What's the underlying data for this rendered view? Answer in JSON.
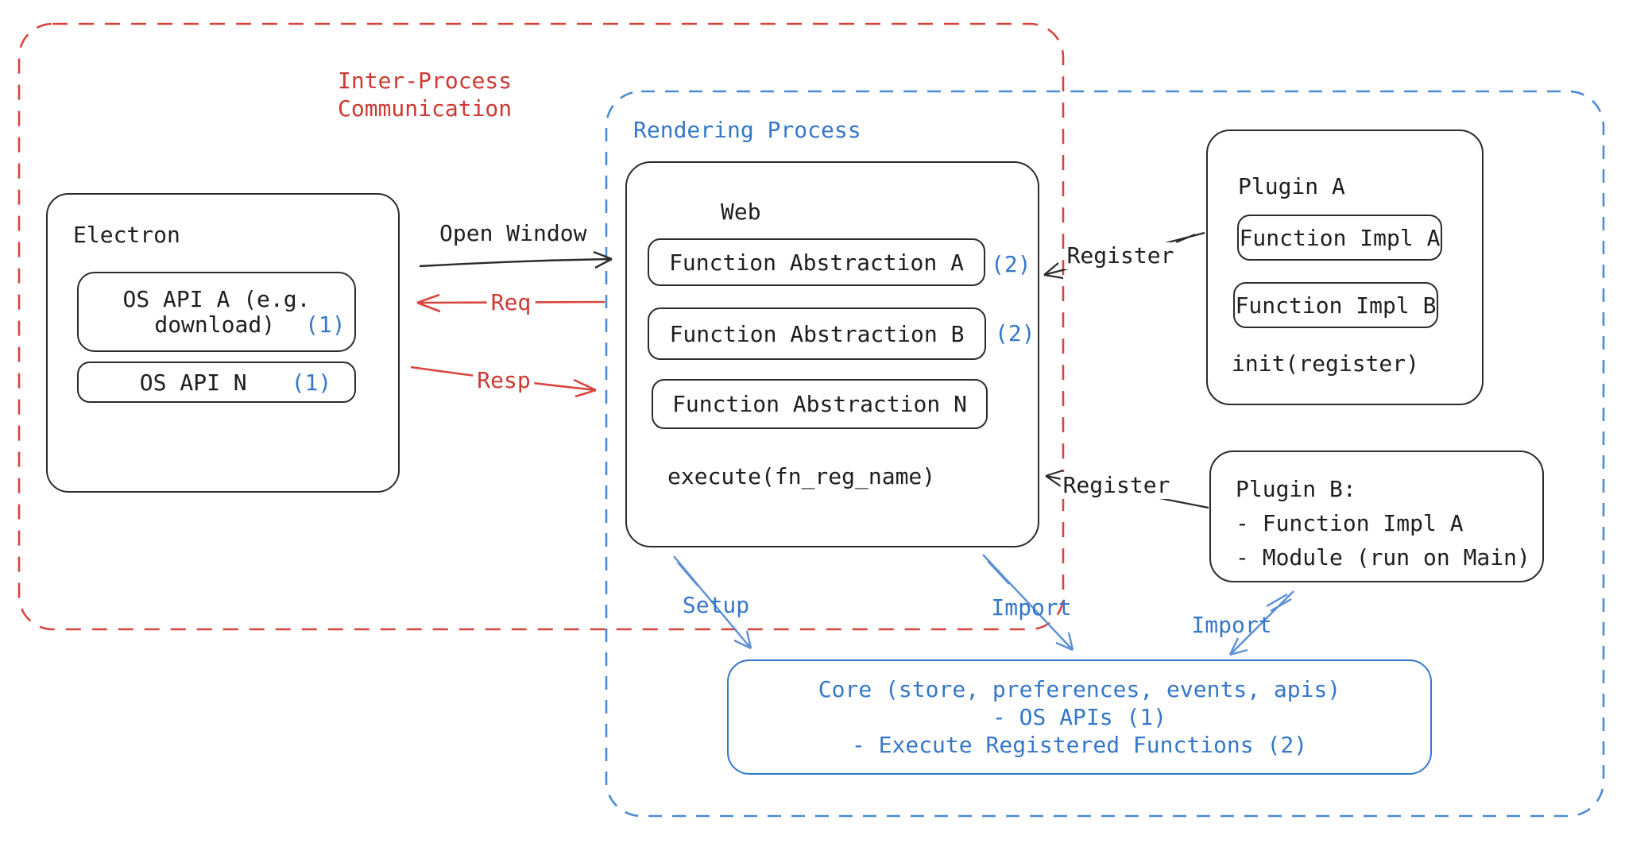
{
  "regions": {
    "ipc_line1": "Inter-Process",
    "ipc_line2": "Communication",
    "rendering": "Rendering Process"
  },
  "electron": {
    "title": "Electron",
    "api_a_line1": "OS API A (e.g.",
    "api_a_line2": "download)",
    "api_a_badge": "(1)",
    "api_n_label": "OS API N",
    "api_n_badge": "(1)"
  },
  "web": {
    "title": "Web",
    "fn_a": "Function Abstraction A",
    "fn_a_badge": "(2)",
    "fn_b": "Function Abstraction B",
    "fn_b_badge": "(2)",
    "fn_n": "Function Abstraction N",
    "execute": "execute(fn_reg_name)"
  },
  "plugin_a": {
    "title": "Plugin A",
    "impl_a": "Function Impl A",
    "impl_b": "Function Impl B",
    "init": "init(register)"
  },
  "plugin_b": {
    "title": "Plugin B:",
    "item_1": "- Function Impl A",
    "item_2": "- Module (run on Main)"
  },
  "core": {
    "line1": "Core (store, preferences, events, apis)",
    "line2": "- OS APIs (1)",
    "line3": "- Execute Registered Functions (2)"
  },
  "labels": {
    "open_window": "Open Window",
    "req": "Req",
    "resp": "Resp",
    "register_top": "Register",
    "register_bottom": "Register",
    "setup": "Setup",
    "import_web": "Import",
    "import_plugin": "Import"
  },
  "colors": {
    "ink": "#1e1e1e",
    "red_text": "#cc3a33",
    "red_stroke": "#d8453e",
    "blue_text": "#3577c9",
    "blue_stroke": "#4a8bd4",
    "blue_arrow": "#5b8fd6"
  }
}
